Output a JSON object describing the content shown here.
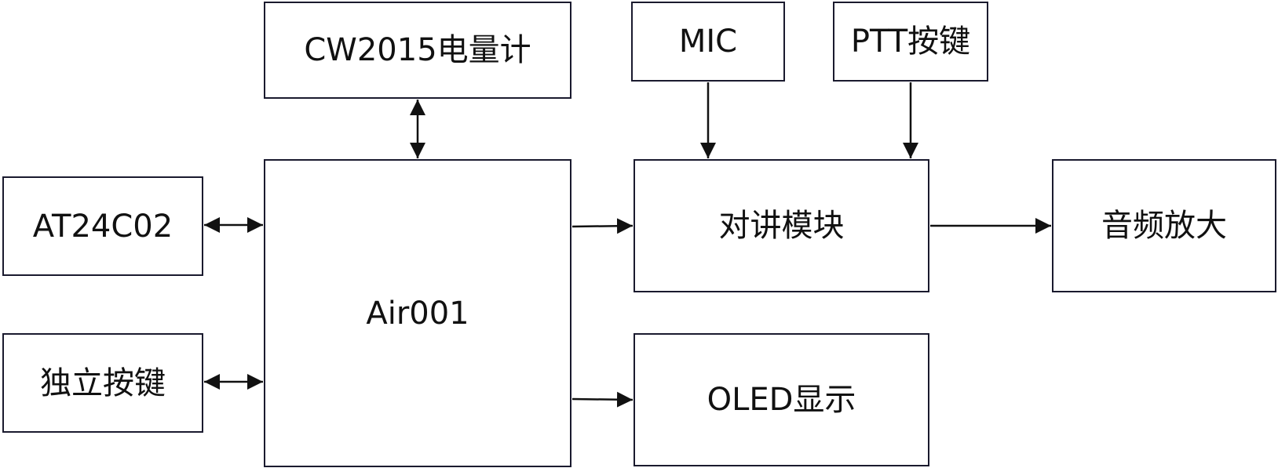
{
  "diagram": {
    "blocks": {
      "cw2015": "CW2015电量计",
      "mic": "MIC",
      "ptt": "PTT按键",
      "at24c02": "AT24C02",
      "air001": "Air001",
      "talk_module": "对讲模块",
      "audio_amp": "音频放大",
      "key": "独立按键",
      "oled": "OLED显示"
    },
    "connections": [
      {
        "from": "cw2015",
        "to": "air001",
        "direction": "bidirectional"
      },
      {
        "from": "at24c02",
        "to": "air001",
        "direction": "bidirectional"
      },
      {
        "from": "key",
        "to": "air001",
        "direction": "bidirectional"
      },
      {
        "from": "air001",
        "to": "talk_module",
        "direction": "forward"
      },
      {
        "from": "air001",
        "to": "oled",
        "direction": "forward"
      },
      {
        "from": "mic",
        "to": "talk_module",
        "direction": "forward"
      },
      {
        "from": "ptt",
        "to": "talk_module",
        "direction": "forward"
      },
      {
        "from": "talk_module",
        "to": "audio_amp",
        "direction": "forward"
      }
    ],
    "colors": {
      "border": "#1a1a2e",
      "line": "#111111",
      "text": "#111111"
    }
  }
}
